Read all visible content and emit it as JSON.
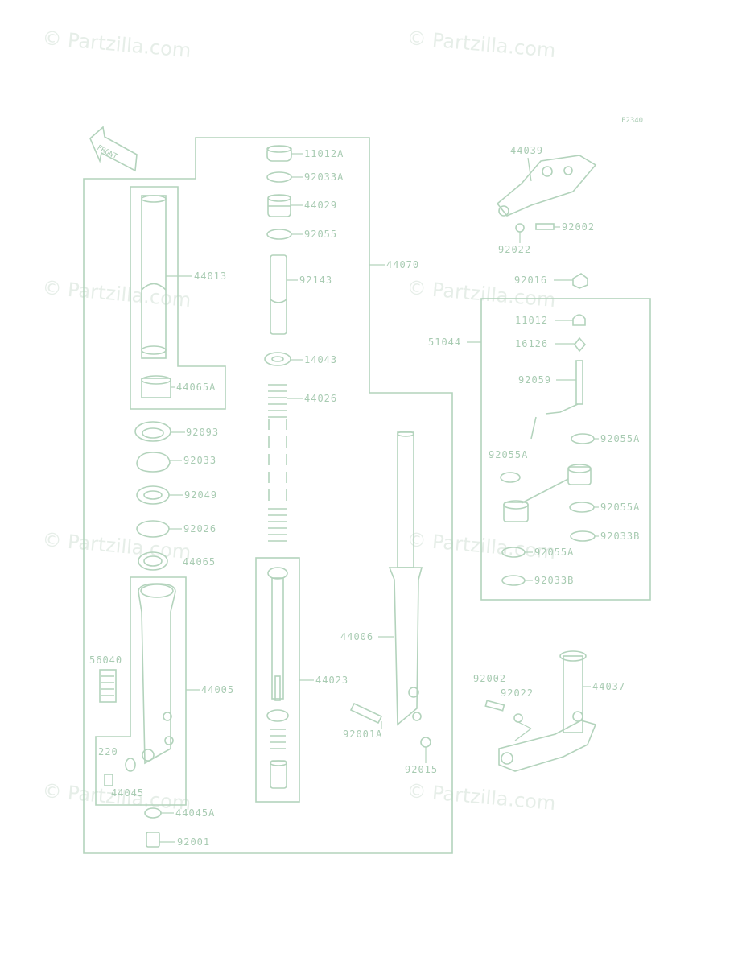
{
  "figure_code": "F2340",
  "front_arrow_text": "FRONT",
  "watermarks": [
    "© Partzilla.com",
    "© Partzilla.com",
    "© Partzilla.com",
    "© Partzilla.com",
    "© Partzilla.com",
    "© Partzilla.com",
    "© Partzilla.com",
    "© Partzilla.com"
  ],
  "labels": {
    "p11012a": "11012A",
    "p92033a": "92033A",
    "p44029": "44029",
    "p92055": "92055",
    "p44070": "44070",
    "p92143": "92143",
    "p44013": "44013",
    "p14043": "14043",
    "p44065a": "44065A",
    "p44026": "44026",
    "p92093": "92093",
    "p92033": "92033",
    "p92049": "92049",
    "p92026": "92026",
    "p44065": "44065",
    "p44023": "44023",
    "p56040": "56040",
    "p44005": "44005",
    "p220": "220",
    "p44045": "44045",
    "p44045a": "44045A",
    "p92001": "92001",
    "p44006": "44006",
    "p92001a": "92001A",
    "p92015": "92015",
    "p44039": "44039",
    "p92002top": "92002",
    "p92022top": "92022",
    "p92016": "92016",
    "p11012": "11012",
    "p51044": "51044",
    "p16126": "16126",
    "p92059": "92059",
    "p92055a_1": "92055A",
    "p92055a_2": "92055A",
    "p92055a_3": "92055A",
    "p92033b_1": "92033B",
    "p92055a_4": "92055A",
    "p92033b_2": "92033B",
    "p92002bot": "92002",
    "p92022bot": "92022",
    "p44037": "44037"
  }
}
